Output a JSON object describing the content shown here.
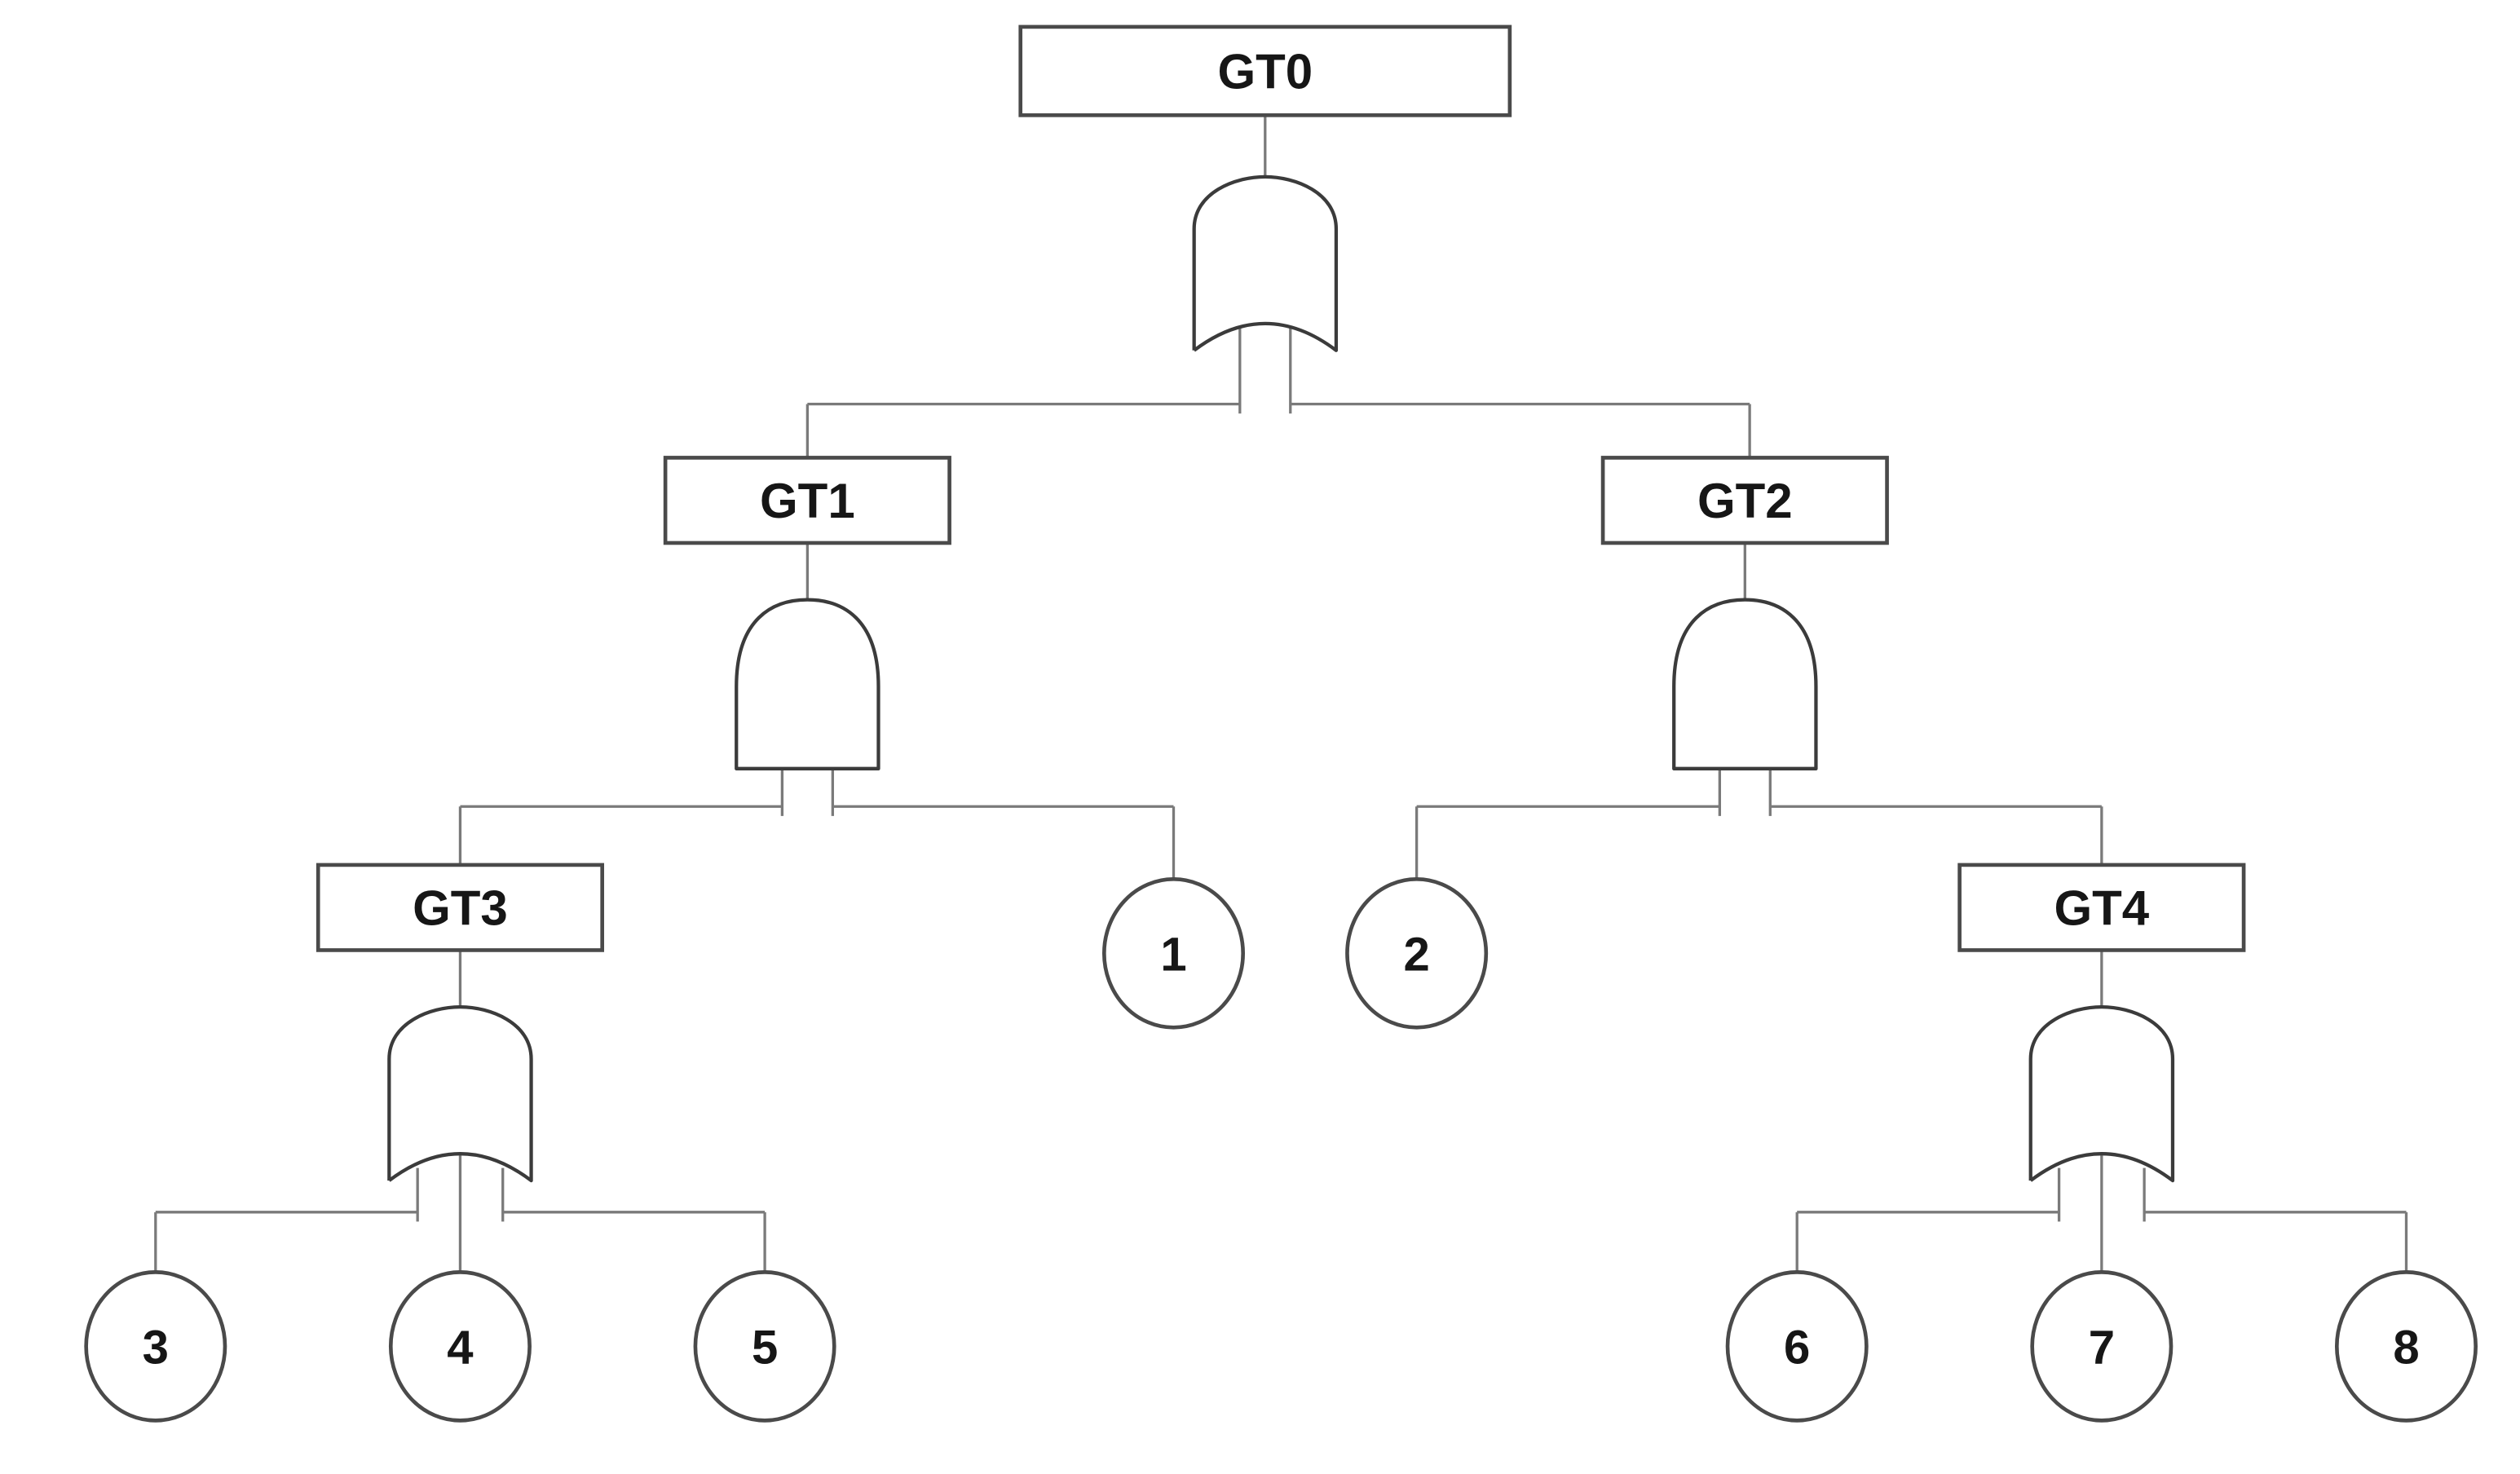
{
  "diagram": {
    "title": "fault-tree",
    "background_color": "#ffffff",
    "wire_color": "#7a7a7a",
    "shape_stroke_color": "#3b3b3b",
    "box_stroke_color": "#4a4a4a",
    "text_color": "#161616",
    "gates": [
      {
        "id": "GT0",
        "label": "GT0",
        "gate_type": "OR",
        "symbol": "or-gate-icon",
        "children": [
          "GT1",
          "GT2"
        ]
      },
      {
        "id": "GT1",
        "label": "GT1",
        "gate_type": "AND",
        "symbol": "and-gate-icon",
        "children": [
          "GT3",
          "1"
        ]
      },
      {
        "id": "GT2",
        "label": "GT2",
        "gate_type": "AND",
        "symbol": "and-gate-icon",
        "children": [
          "2",
          "GT4"
        ]
      },
      {
        "id": "GT3",
        "label": "GT3",
        "gate_type": "OR",
        "symbol": "or-gate-icon",
        "children": [
          "3",
          "4",
          "5"
        ]
      },
      {
        "id": "GT4",
        "label": "GT4",
        "gate_type": "OR",
        "symbol": "or-gate-icon",
        "children": [
          "6",
          "7",
          "8"
        ]
      }
    ],
    "basic_events": [
      {
        "id": "1",
        "label": "1",
        "parent": "GT1"
      },
      {
        "id": "2",
        "label": "2",
        "parent": "GT2"
      },
      {
        "id": "3",
        "label": "3",
        "parent": "GT3"
      },
      {
        "id": "4",
        "label": "4",
        "parent": "GT3"
      },
      {
        "id": "5",
        "label": "5",
        "parent": "GT3"
      },
      {
        "id": "6",
        "label": "6",
        "parent": "GT4"
      },
      {
        "id": "7",
        "label": "7",
        "parent": "GT4"
      },
      {
        "id": "8",
        "label": "8",
        "parent": "GT4"
      }
    ]
  }
}
